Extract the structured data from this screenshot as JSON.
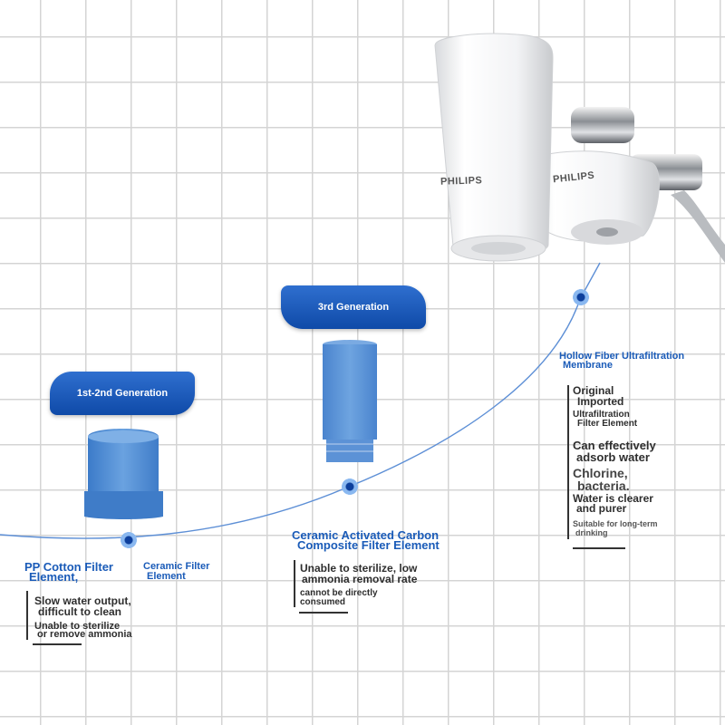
{
  "generations": {
    "first": {
      "label": "1st-2nd Generation",
      "name_a": "PP Cotton Filter",
      "name_b": "Element,",
      "name_c": "Ceramic Filter",
      "name_d": "Element",
      "cons": [
        "Slow water output,",
        "difficult to clean",
        "Unable to sterilize",
        "or remove ammonia"
      ]
    },
    "third": {
      "label": "3rd Generation",
      "name_a": "Ceramic Activated Carbon",
      "name_b": "Composite Filter Element",
      "cons": [
        "Unable to sterilize, low",
        "ammonia removal rate",
        "cannot be directly",
        "consumed"
      ]
    },
    "latest": {
      "name_a": "Hollow Fiber Ultrafiltration",
      "name_b": "Membrane",
      "points": [
        "Original",
        "Imported",
        "Ultrafiltration",
        "Filter Element",
        "Can effectively",
        "adsorb water",
        "Chlorine,",
        "bacteria.",
        "Water is clearer",
        "and purer",
        "Suitable for long-term",
        "drinking"
      ]
    }
  },
  "product": {
    "brand": "PHILIPS",
    "brand_mount": "PHILIPS"
  }
}
